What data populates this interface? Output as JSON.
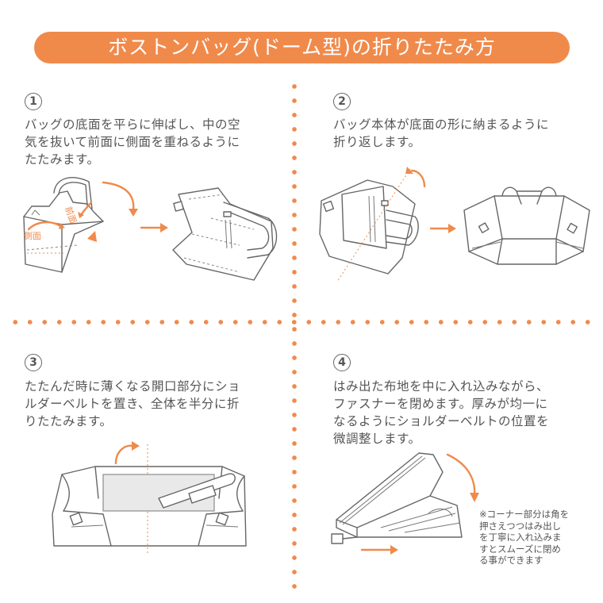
{
  "title": "ボストンバッグ(ドーム型)の折りたたみ方",
  "steps": [
    {
      "number": "1",
      "text": "バッグの底面を平らに伸ばし、中の空\n気を抜いて前面に側面を重ねるように\nたたみます。",
      "labels": {
        "front": "前面",
        "side": "側面"
      }
    },
    {
      "number": "2",
      "text": "バッグ本体が底面の形に納まるように\n折り返します。"
    },
    {
      "number": "3",
      "text": "たたんだ時に薄くなる開口部分にショ\nルダーベルトを置き、全体を半分に折\nりたたみます。"
    },
    {
      "number": "4",
      "text": "はみ出た布地を中に入れ込みながら、\nファスナーを閉めます。厚みが均一に\nなるようにショルダーベルトの位置を\n微調整します。"
    }
  ],
  "note": "※コーナー部分は角を\n押さえつつはみ出し\nを丁寧に入れ込みま\nすとスムーズに閉め\nる事ができます",
  "colors": {
    "accent": "#f08a4b",
    "text": "#555555",
    "line": "#666666"
  }
}
